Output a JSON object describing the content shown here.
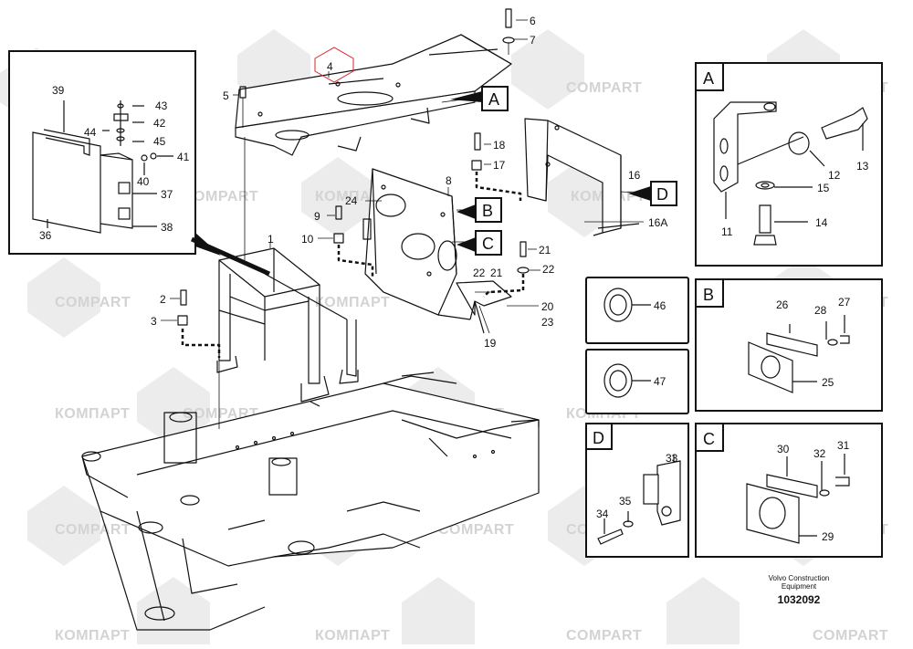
{
  "watermark": "COMPART",
  "watermark_alt": "КОМПАРТ",
  "footer": {
    "brand_line1": "Volvo Construction",
    "brand_line2": "Equipment",
    "code": "1032092"
  },
  "detail_boxes": {
    "A": "A",
    "B": "B",
    "C": "C",
    "D": "D"
  },
  "callouts": {
    "A": "A",
    "B": "B",
    "C": "C",
    "D": "D"
  },
  "labels": {
    "n1": "1",
    "n2": "2",
    "n3": "3",
    "n4": "4",
    "n5": "5",
    "n6": "6",
    "n7": "7",
    "n8": "8",
    "n9": "9",
    "n10": "10",
    "n11": "11",
    "n12": "12",
    "n13": "13",
    "n14": "14",
    "n15": "15",
    "n16": "16",
    "n16A": "16A",
    "n17": "17",
    "n18": "18",
    "n19": "19",
    "n20": "20",
    "n21a": "21",
    "n21b": "21",
    "n22a": "22",
    "n22b": "22",
    "n23": "23",
    "n24": "24",
    "n25": "25",
    "n26": "26",
    "n27": "27",
    "n28": "28",
    "n29": "29",
    "n30": "30",
    "n31": "31",
    "n32": "32",
    "n33": "33",
    "n34": "34",
    "n35": "35",
    "n36": "36",
    "n37": "37",
    "n38": "38",
    "n39": "39",
    "n40": "40",
    "n41": "41",
    "n42": "42",
    "n43": "43",
    "n44": "44",
    "n45": "45",
    "n46": "46",
    "n47": "47"
  },
  "colors": {
    "line": "#111111",
    "watermark": "#d3d3d3",
    "highlight": "#d9262c"
  }
}
